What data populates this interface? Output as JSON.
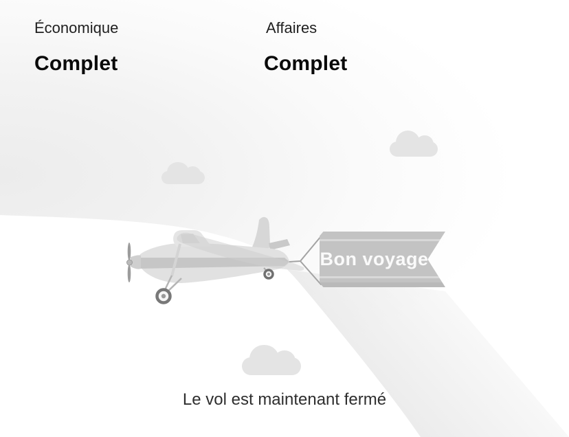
{
  "cabins": [
    {
      "name": "Économique",
      "status": "Complet"
    },
    {
      "name": "Affaires",
      "status": "Complet"
    }
  ],
  "banner": {
    "text": "Bon voyage"
  },
  "footer": {
    "message": "Le vol est maintenant fermé"
  },
  "colors": {
    "cloud": "#e4e4e4",
    "banner": "#c3c3c3",
    "banner_text": "#fafafa",
    "plane_body": "#e1e1e1",
    "plane_stripe": "#c6c6c6",
    "heading_text": "#1f1f1f",
    "status_text": "#0a0a0a",
    "message_text": "#2e2e2e"
  }
}
